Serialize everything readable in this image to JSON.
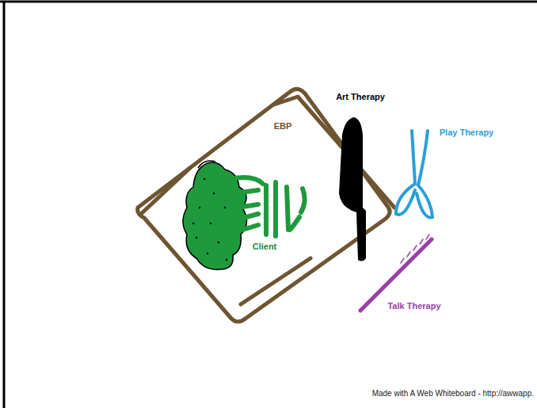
{
  "diagram": {
    "labels": [
      "EBP",
      "Client",
      "Art Therapy",
      "Play Therapy",
      "Talk Therapy",
      "Made with A Web Whiteboard - http://awwapp."
    ]
  }
}
